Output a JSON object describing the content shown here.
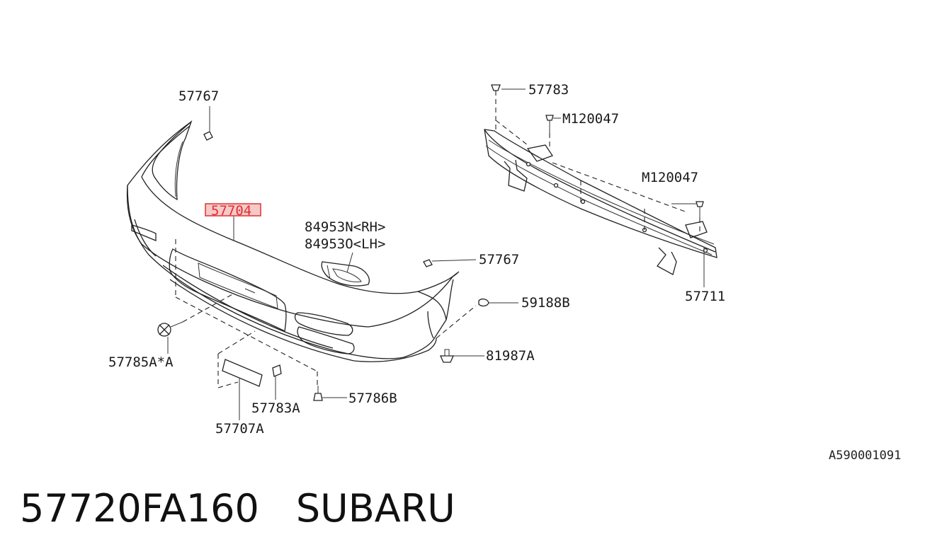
{
  "diagram": {
    "callouts": {
      "c57767_top": "57767",
      "c57704": "57704",
      "c84953n": "84953N<RH>",
      "c84953o": "84953O<LH>",
      "c57767_mid": "57767",
      "c59188b": "59188B",
      "c81987a": "81987A",
      "c57785a": "57785A*A",
      "c57783a": "57783A",
      "c57707a": "57707A",
      "c57786b": "57786B",
      "c57783": "57783",
      "cm120047_top": "M120047",
      "cm120047_right": "M120047",
      "c57711": "57711"
    },
    "highlight_color": "#e03030",
    "highlight_fill": "#f6c9c9",
    "ref_code": "A590001091"
  },
  "footer": {
    "part_number": "57720FA160",
    "brand": "SUBARU"
  }
}
